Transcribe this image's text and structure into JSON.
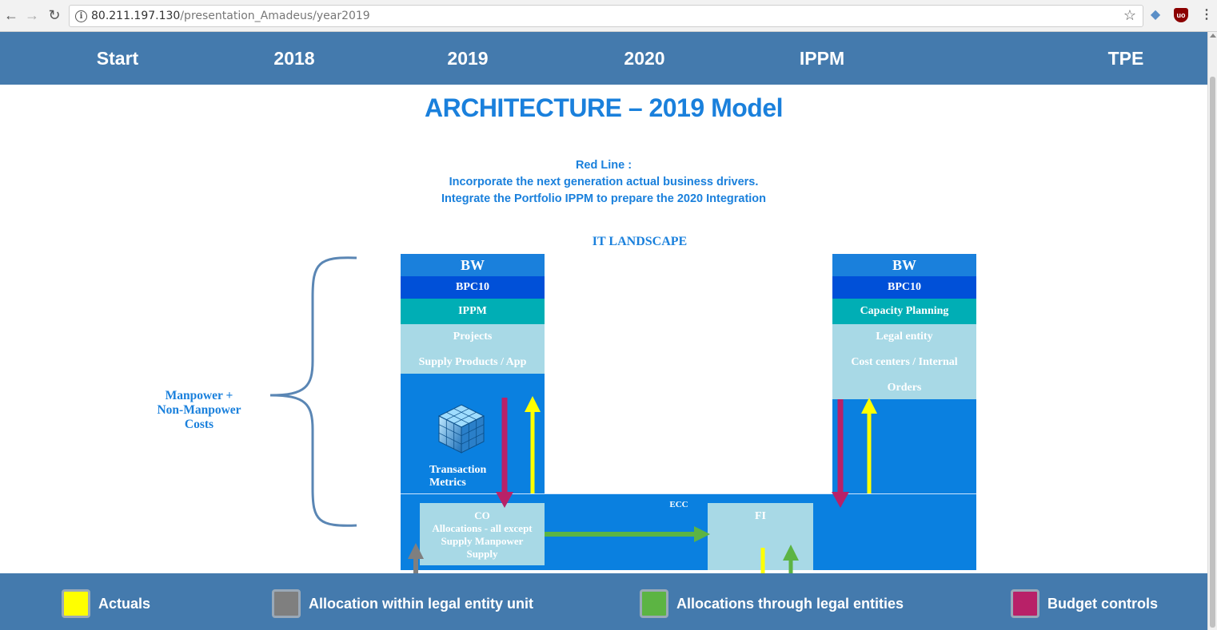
{
  "browser": {
    "url_host": "80.211.197.130",
    "url_path": "/presentation_Amadeus/year2019"
  },
  "nav": {
    "items": [
      "Start",
      "2018",
      "2019",
      "2020",
      "IPPM",
      "TPE"
    ]
  },
  "page": {
    "title": "ARCHITECTURE – 2019 Model",
    "redline": [
      "Red Line :",
      "Incorporate the next generation actual business drivers.",
      "Integrate the Portfolio IPPM to prepare the 2020 Integration"
    ]
  },
  "diagram": {
    "title": "IT LANDSCAPE",
    "brace_label": [
      "Manpower +",
      "Non-Manpower",
      "Costs"
    ],
    "left": {
      "bw": "BW",
      "bpc": "BPC10",
      "module": "IPPM",
      "items": [
        "Projects",
        "Supply Products / App"
      ],
      "metrics": [
        "Transaction",
        "Metrics"
      ]
    },
    "right": {
      "bw": "BW",
      "bpc": "BPC10",
      "module": "Capacity Planning",
      "items": [
        "Legal entity",
        "Cost centers / Internal",
        "Orders"
      ]
    },
    "ecc": {
      "label": "ECC",
      "co": [
        "CO",
        "Allocations - all except",
        "Supply Manpower",
        "Supply"
      ],
      "fi": "FI"
    },
    "colors": {
      "actuals": "#ffff00",
      "allocation_within": "#7f7f7f",
      "allocation_through": "#5cb443",
      "budget": "#b82168"
    }
  },
  "legend": [
    {
      "label": "Actuals",
      "color": "#ffff00"
    },
    {
      "label": "Allocation within legal entity unit",
      "color": "#7f7f7f"
    },
    {
      "label": "Allocations through legal entities",
      "color": "#5cb443"
    },
    {
      "label": "Budget controls",
      "color": "#b82168"
    }
  ]
}
